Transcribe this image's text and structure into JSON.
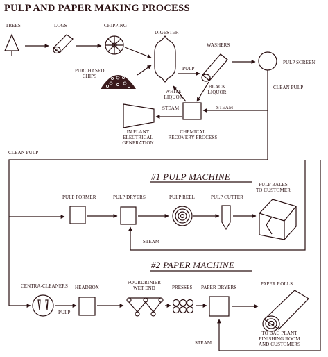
{
  "title": "PULP AND PAPER MAKING PROCESS",
  "labels": {
    "trees": "TREES",
    "logs": "LOGS",
    "chipping": "CHIPPING",
    "digester": "DIGESTER",
    "washers": "WASHERS",
    "purchased_chips_1": "PURCHASED",
    "purchased_chips_2": "CHIPS",
    "pulp": "PULP",
    "pulp_screen": "PULP SCREEN",
    "clean_pulp_top": "CLEAN PULP",
    "white_liquor_1": "WHITE",
    "white_liquor_2": "LIQUOR",
    "black_liquor_1": "BLACK",
    "black_liquor_2": "LIQUOR",
    "steam_1": "STEAM",
    "steam_2": "STEAM",
    "in_plant_1": "IN PLANT",
    "in_plant_2": "ELECTRICAL",
    "in_plant_3": "GENERATION",
    "chemical_1": "CHEMICAL",
    "chemical_2": "RECOVERY PROCESS",
    "clean_pulp_left": "CLEAN PULP",
    "pulp_former": "PULP FORMER",
    "pulp_dryers": "PULP DRYERS",
    "pulp_reel": "PULP REEL",
    "pulp_cutter": "PULP CUTTER",
    "pulp_bales_1": "PULP BALES",
    "pulp_bales_2": "TO CUSTOMER",
    "steam_3": "STEAM",
    "centra_cleaners": "CENTRA-CLEANERS",
    "headbox": "HEADBOX",
    "fourdrinier_1": "FOURDRINIER",
    "fourdrinier_2": "WET END",
    "presses": "PRESSES",
    "paper_dryers": "PAPER DRYERS",
    "paper_rolls": "PAPER ROLLS",
    "pulp_2": "PULP",
    "bag_plant_1": "TO BAG PLANT",
    "bag_plant_2": "FINISHING ROOM",
    "bag_plant_3": "AND CUSTOMERS",
    "steam_4": "STEAM"
  },
  "sections": {
    "pulp_machine": "#1 PULP MACHINE",
    "paper_machine": "#2 PAPER MACHINE"
  },
  "colors": {
    "ink": "#2a1012",
    "background": "#ffffff"
  }
}
